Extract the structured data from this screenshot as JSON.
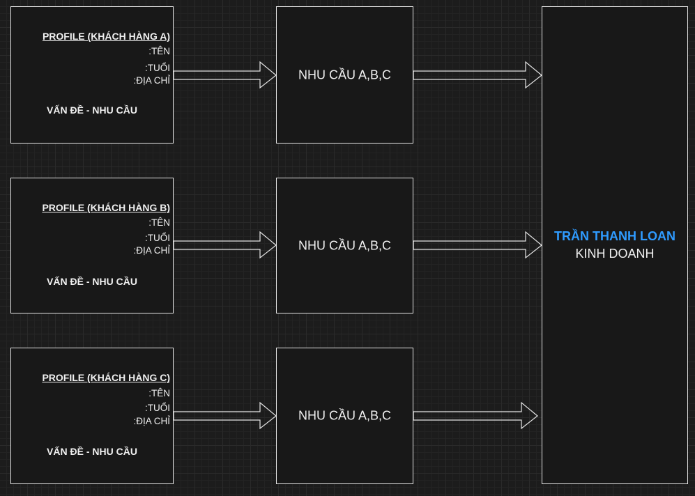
{
  "profiles": [
    {
      "title": "PROFILE (KHÁCH HÀNG A)",
      "name_field": ":TÊN",
      "age_field": ":TUỔI",
      "address_field": ":ĐỊA CHỈ",
      "problem": "VẤN ĐỀ - NHU CẦU"
    },
    {
      "title": "PROFILE (KHÁCH HÀNG B)",
      "name_field": ":TÊN",
      "age_field": ":TUỔI",
      "address_field": ":ĐỊA CHỈ",
      "problem": "VẤN ĐỀ - NHU CẦU"
    },
    {
      "title": "PROFILE (KHÁCH HÀNG C)",
      "name_field": ":TÊN",
      "age_field": ":TUỔI",
      "address_field": ":ĐỊA CHỈ",
      "problem": "VẤN ĐỀ - NHU CẦU"
    }
  ],
  "needs": [
    {
      "label": "NHU CẦU A,B,C"
    },
    {
      "label": "NHU CẦU A,B,C"
    },
    {
      "label": "NHU CẦU A,B,C"
    }
  ],
  "business": {
    "highlight": "TRẦN THANH LOAN",
    "rest": " KINH DOANH"
  },
  "colors": {
    "background": "#1c1c1c",
    "box_border": "#e6e6e6",
    "highlight_text": "#2f9bff"
  }
}
